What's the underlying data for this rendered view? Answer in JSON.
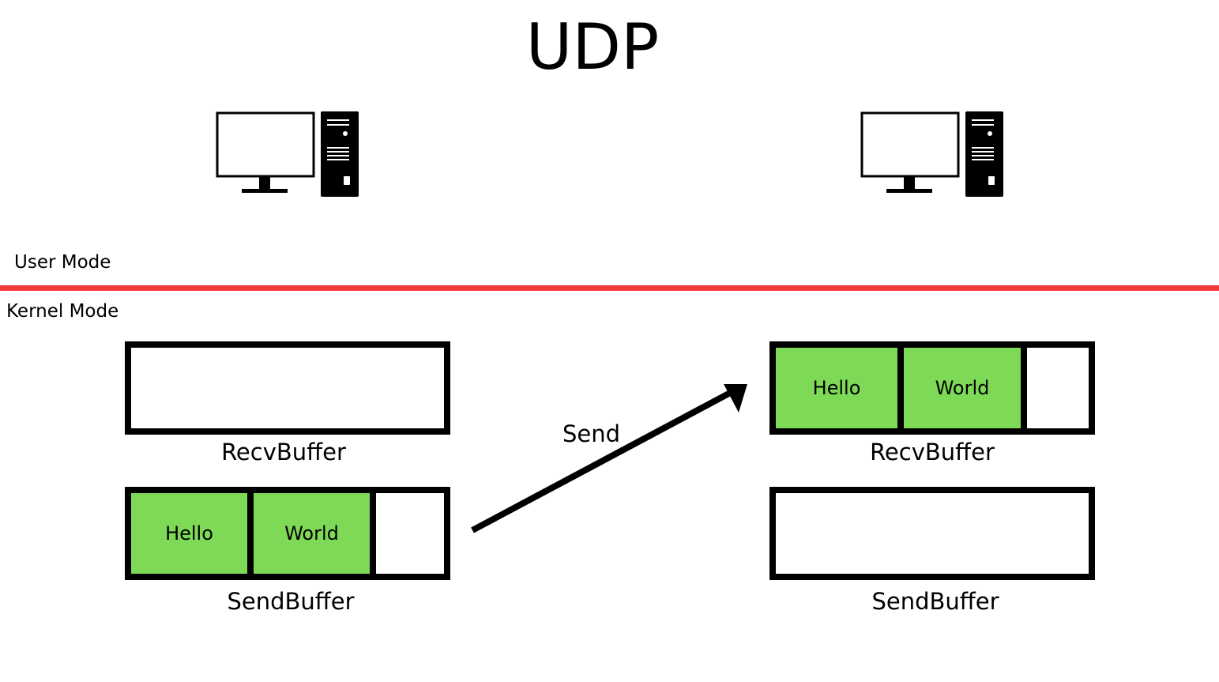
{
  "title": "UDP",
  "colors": {
    "divider": "#f23a3a",
    "packet_fill": "#7ed957",
    "outline": "#000000"
  },
  "mode_labels": {
    "user": "User Mode",
    "kernel": "Kernel Mode"
  },
  "send_label": "Send",
  "left_host": {
    "icon": "desktop-computer-icon",
    "recv_buffer": {
      "label": "RecvBuffer",
      "items": []
    },
    "send_buffer": {
      "label": "SendBuffer",
      "items": [
        "Hello",
        "World"
      ]
    }
  },
  "right_host": {
    "icon": "desktop-computer-icon",
    "recv_buffer": {
      "label": "RecvBuffer",
      "items": [
        "Hello",
        "World"
      ]
    },
    "send_buffer": {
      "label": "SendBuffer",
      "items": []
    }
  }
}
